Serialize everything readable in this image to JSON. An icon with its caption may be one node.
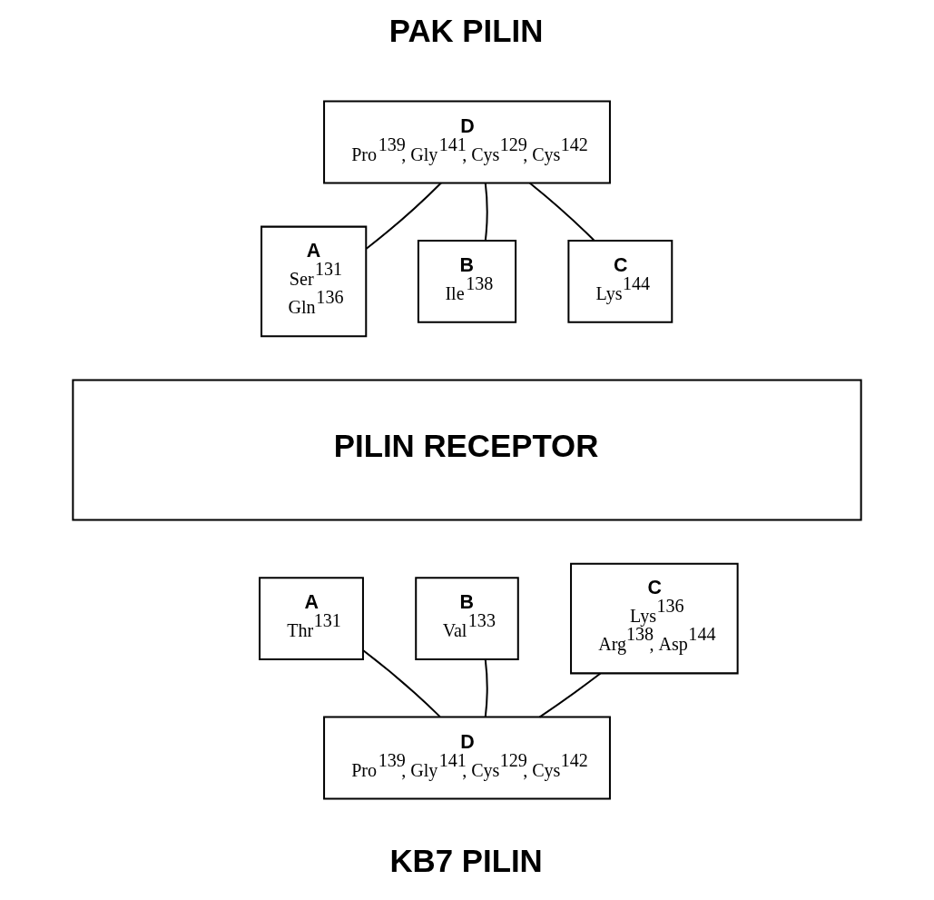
{
  "diagram": {
    "nodes": [
      {
        "text": [
          "D",
          "Pro$^{139}$, Gly$^{141}$, Cys$^{129}$, Cys$^{142}$"
        ]
      },
      {
        "text": [
          "A",
          "Ser$^{131}$ Gln$^{136}$"
        ]
      },
      {
        "text": [
          "B",
          "Ile$^{138}$"
        ]
      },
      {
        "text": [
          "C",
          "Lys$^{144}$"
        ]
      },
      {
        "text": [
          "PILIN RECEPTOR"
        ]
      },
      {
        "text": [
          "A",
          "Thr$^{131}$"
        ]
      },
      {
        "text": [
          "B",
          "Val$^{133}$"
        ]
      },
      {
        "text": [
          "C",
          "Lys$^{136}$ Arg$^{138}$, Asp$^{144}$"
        ]
      },
      {
        "text": [
          "D",
          "Pro$^{139}$, Gly$^{141}$, Cys$^{129}$, Cys$^{142}$"
        ]
      }
    ],
    "edges": [
      {
        "from": 0,
        "to": 1,
        "arrow": "none"
      },
      {
        "from": 0,
        "to": 2,
        "arrow": "none"
      },
      {
        "from": 0,
        "to": 3,
        "arrow": "none"
      },
      {
        "from": 8,
        "to": 5,
        "arrow": "none"
      },
      {
        "from": 8,
        "to": 6,
        "arrow": "none"
      },
      {
        "from": 8,
        "to": 7,
        "arrow": "none"
      }
    ],
    "labels": [
      "PAK PILIN",
      "KB7 PILIN"
    ]
  }
}
